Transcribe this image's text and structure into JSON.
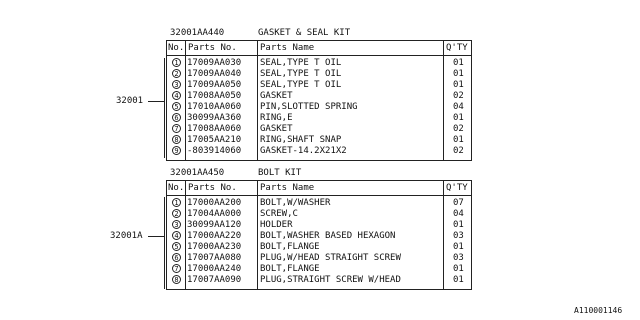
{
  "tables": [
    {
      "kit_number": "32001AA440",
      "kit_name": "GASKET & SEAL KIT",
      "callout": "32001",
      "headers": {
        "no": "No.",
        "parts_no": "Parts No.",
        "parts_name": "Parts Name",
        "qty": "Q'TY"
      },
      "rows": [
        {
          "no": "1",
          "parts_no": "17009AA030",
          "parts_name": "SEAL,TYPE T OIL",
          "qty": "01"
        },
        {
          "no": "2",
          "parts_no": "17009AA040",
          "parts_name": "SEAL,TYPE T OIL",
          "qty": "01"
        },
        {
          "no": "3",
          "parts_no": "17009AA050",
          "parts_name": "SEAL,TYPE T OIL",
          "qty": "01"
        },
        {
          "no": "4",
          "parts_no": "17008AA050",
          "parts_name": "GASKET",
          "qty": "02"
        },
        {
          "no": "5",
          "parts_no": "17010AA060",
          "parts_name": "PIN,SLOTTED SPRING",
          "qty": "04"
        },
        {
          "no": "6",
          "parts_no": "30099AA360",
          "parts_name": "RING,E",
          "qty": "01"
        },
        {
          "no": "7",
          "parts_no": "17008AA060",
          "parts_name": "GASKET",
          "qty": "02"
        },
        {
          "no": "8",
          "parts_no": "17005AA210",
          "parts_name": "RING,SHAFT SNAP",
          "qty": "01"
        },
        {
          "no": "9",
          "parts_no": "-803914060",
          "parts_name": "GASKET-14.2X21X2",
          "qty": "02"
        }
      ]
    },
    {
      "kit_number": "32001AA450",
      "kit_name": "BOLT KIT",
      "callout": "32001A",
      "headers": {
        "no": "No.",
        "parts_no": "Parts No.",
        "parts_name": "Parts Name",
        "qty": "Q'TY"
      },
      "rows": [
        {
          "no": "1",
          "parts_no": "17000AA200",
          "parts_name": "BOLT,W/WASHER",
          "qty": "07"
        },
        {
          "no": "2",
          "parts_no": "17004AA000",
          "parts_name": "SCREW,C",
          "qty": "04"
        },
        {
          "no": "3",
          "parts_no": "30099AA120",
          "parts_name": "HOLDER",
          "qty": "01"
        },
        {
          "no": "4",
          "parts_no": "17000AA220",
          "parts_name": "BOLT,WASHER BASED HEXAGON",
          "qty": "03"
        },
        {
          "no": "5",
          "parts_no": "17000AA230",
          "parts_name": "BOLT,FLANGE",
          "qty": "01"
        },
        {
          "no": "6",
          "parts_no": "17007AA080",
          "parts_name": "PLUG,W/HEAD STRAIGHT SCREW",
          "qty": "03"
        },
        {
          "no": "7",
          "parts_no": "17000AA240",
          "parts_name": "BOLT,FLANGE",
          "qty": "01"
        },
        {
          "no": "8",
          "parts_no": "17007AA090",
          "parts_name": "PLUG,STRAIGHT SCREW W/HEAD",
          "qty": "01"
        }
      ]
    }
  ],
  "diagram_id": "A110001146"
}
